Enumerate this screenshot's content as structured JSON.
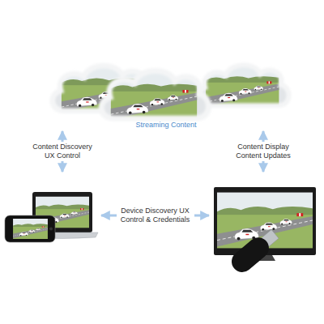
{
  "diagram": {
    "nodes": [
      {
        "text": [
          "Streaming Content"
        ]
      },
      {
        "text": []
      },
      {
        "text": []
      }
    ],
    "edges": [
      {
        "from": 0,
        "to": 1,
        "arrow": "both",
        "label": "Content Discovery UX Control"
      },
      {
        "from": 1,
        "to": 2,
        "arrow": "both",
        "label": "Device Discovery UX Control & Credentials"
      },
      {
        "from": 0,
        "to": 2,
        "arrow": "both",
        "label": "Content Display Content Updates"
      }
    ]
  }
}
